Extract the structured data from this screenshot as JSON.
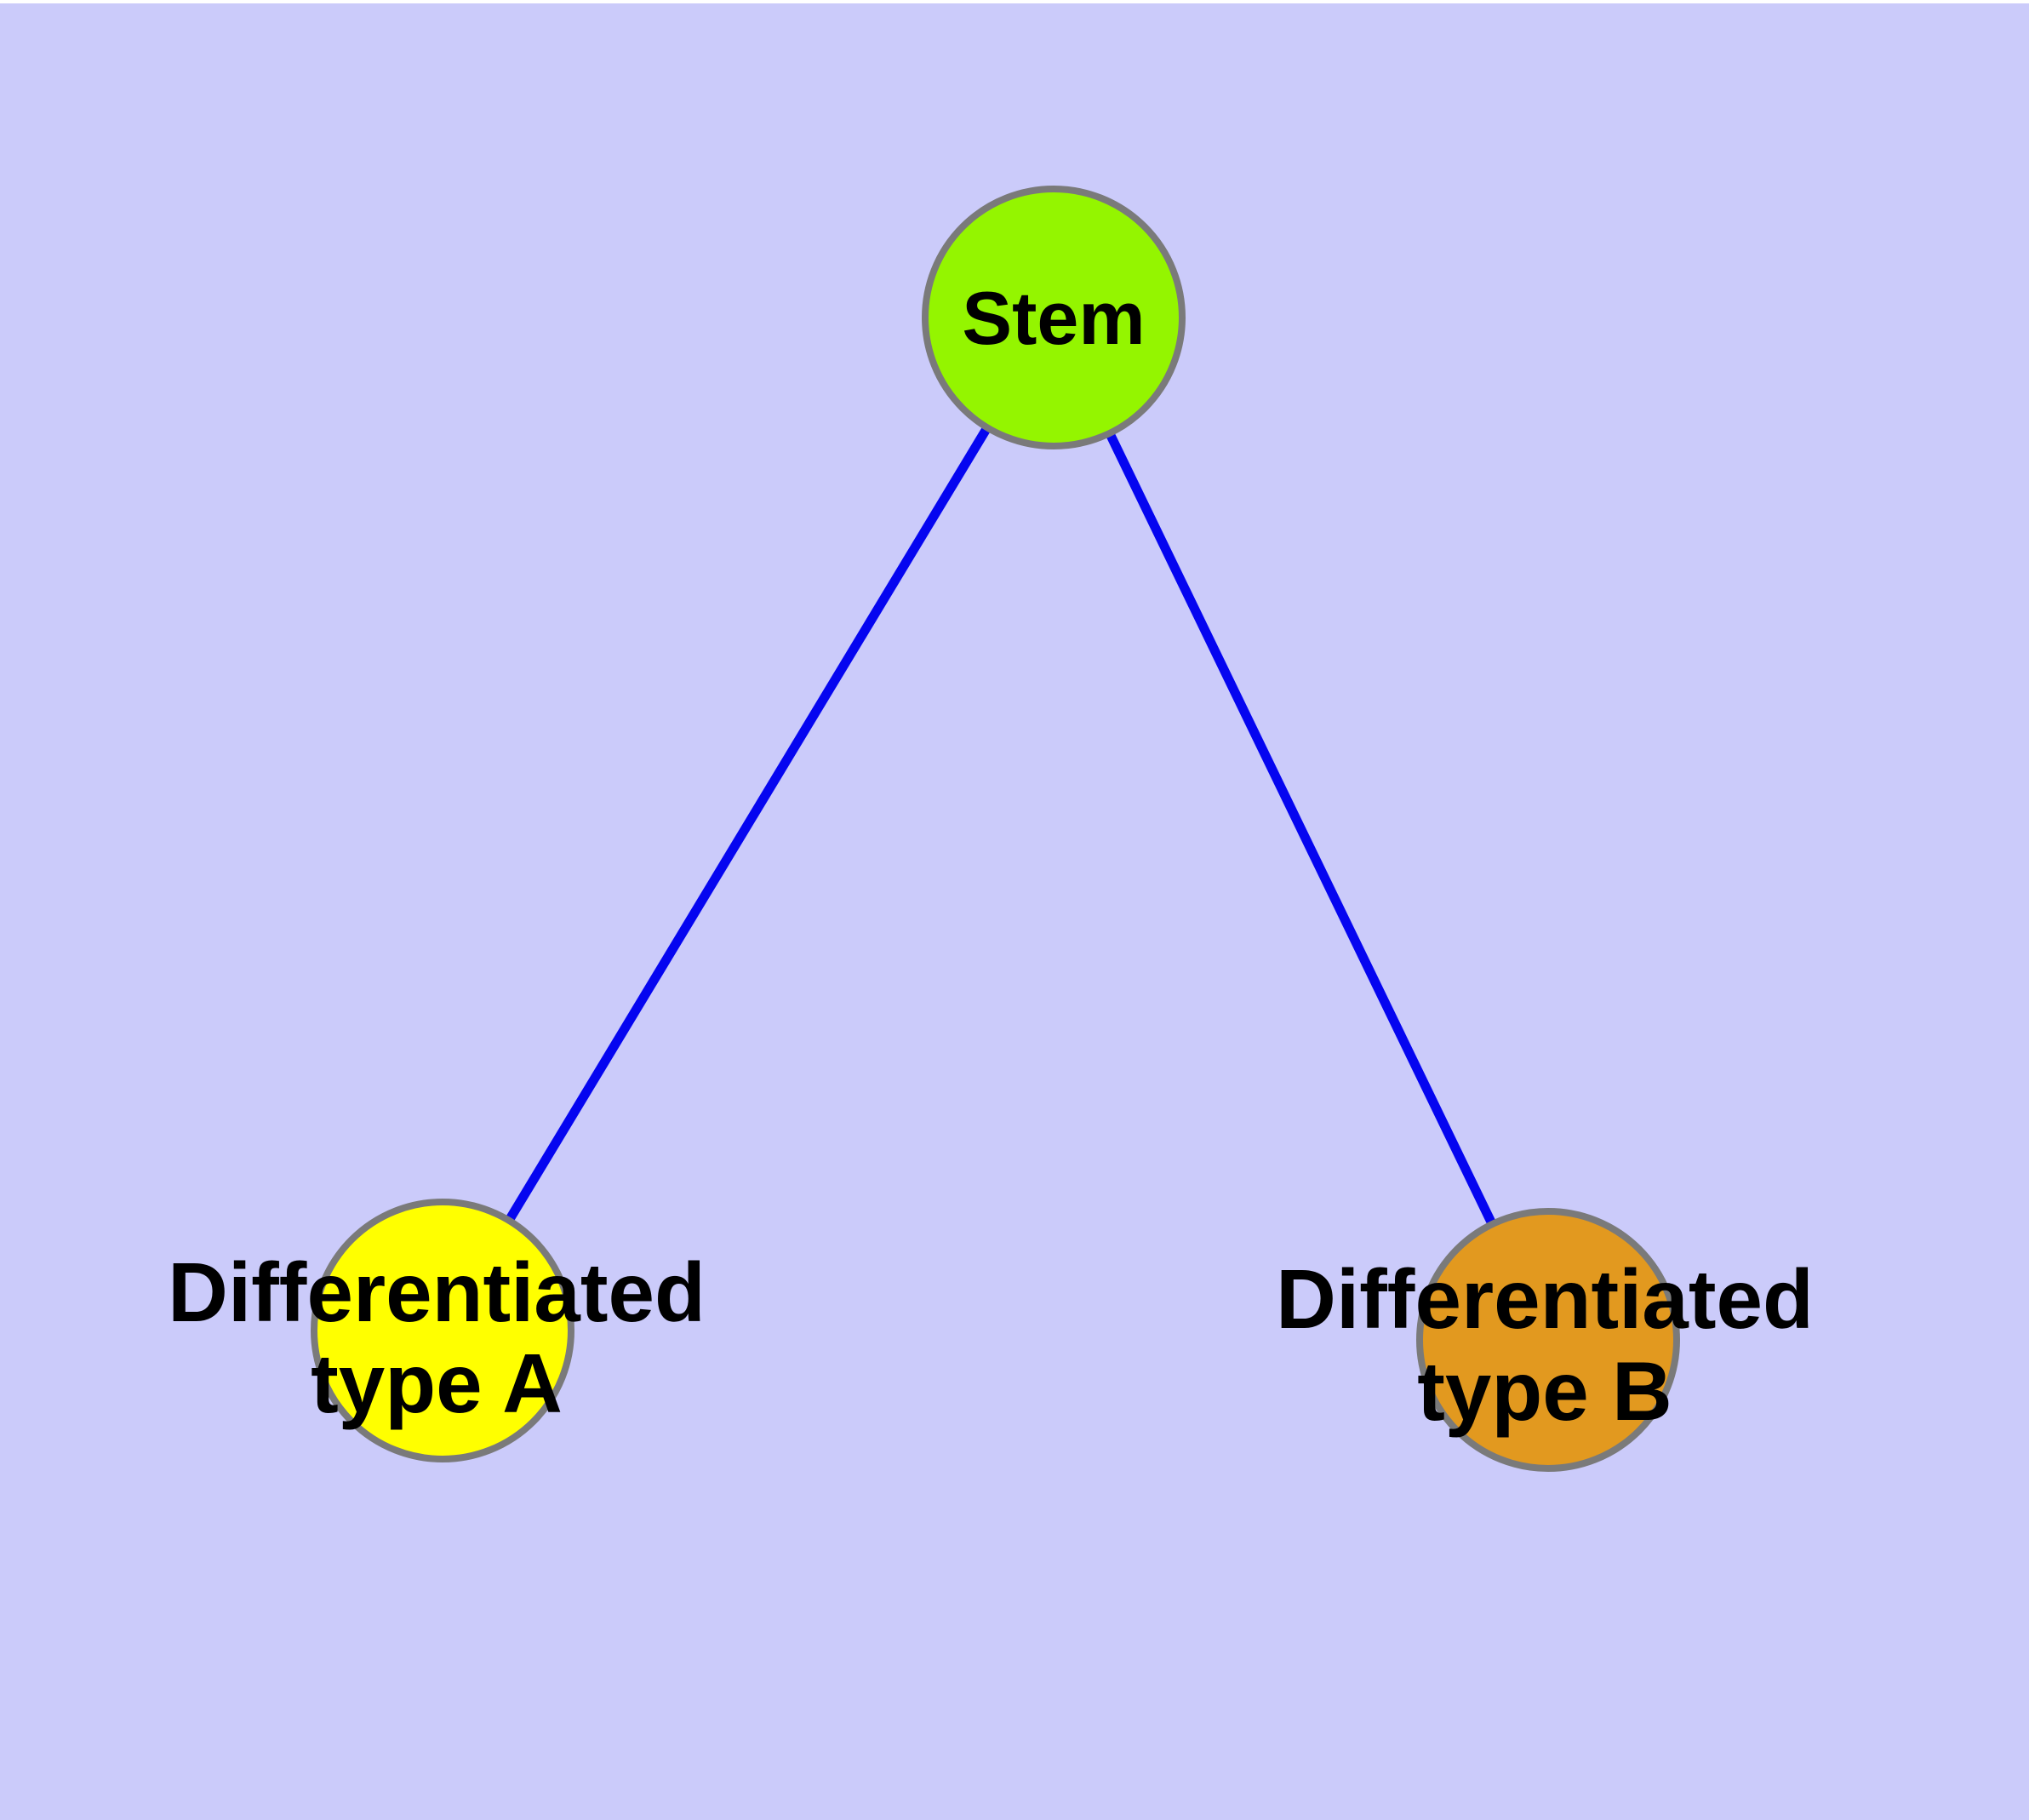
{
  "canvas": {
    "background_color": "#CBCBFA",
    "top_border_color": "#FFFFFF",
    "edge_color": "#0505F0",
    "node_border_color": "#7A7A7A",
    "label_color": "#000000"
  },
  "graph": {
    "nodes": [
      {
        "id": "stem",
        "color": "#94F500",
        "lines": [
          "Stem"
        ]
      },
      {
        "id": "differentiated-type-a",
        "color": "#FFFF00",
        "lines": [
          "Differentiated",
          "type A"
        ]
      },
      {
        "id": "differentiated-type-b",
        "color": "#E2991F",
        "lines": [
          "Differentiated",
          "type B"
        ]
      }
    ],
    "edges": [
      {
        "from": "Stem",
        "to": "Differentiated type A"
      },
      {
        "from": "Stem",
        "to": "Differentiated type B"
      }
    ]
  }
}
